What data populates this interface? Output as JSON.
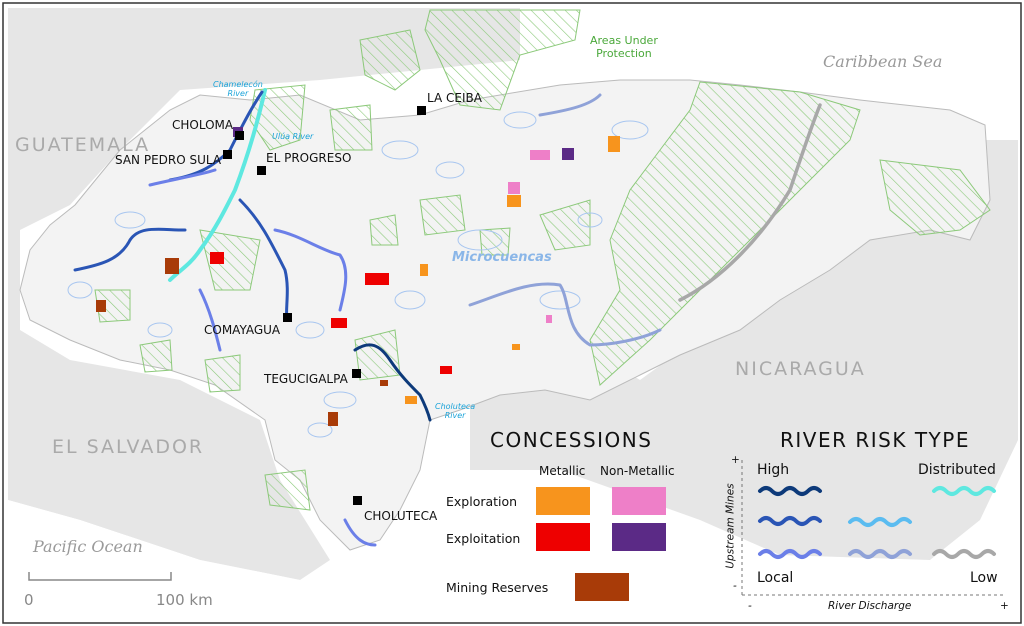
{
  "countries": {
    "guatemala": "GUATEMALA",
    "el_salvador": "EL SALVADOR",
    "nicaragua": "NICARAGUA"
  },
  "water_bodies": {
    "caribbean": "Caribbean Sea",
    "pacific": "Pacific Ocean"
  },
  "cities": {
    "la_ceiba": "LA CEIBA",
    "choloma": "CHOLOMA",
    "san_pedro_sula": "SAN PEDRO SULA",
    "el_progreso": "EL PROGRESO",
    "comayagua": "COMAYAGUA",
    "tegucigalpa": "TEGUCIGALPA",
    "choluteca": "CHOLUTECA"
  },
  "rivers": {
    "chamelecon_1": "Chamelecón",
    "chamelecon_2": "River",
    "ulua": "Ulúa River",
    "choluteca_1": "Choluteca",
    "choluteca_2": "River"
  },
  "annotations": {
    "protection_1": "Areas Under",
    "protection_2": "Protection",
    "microcuencas": "Microcuencas"
  },
  "concessions_legend": {
    "title": "CONCESSIONS",
    "col_metallic": "Metallic",
    "col_nonmetallic": "Non-Metallic",
    "row_exploration": "Exploration",
    "row_exploitation": "Exploitation",
    "reserves": "Mining Reserves",
    "colors": {
      "exploration_metallic": "#f7941d",
      "exploration_nonmetallic": "#ee7fc8",
      "exploitation_metallic": "#ee0000",
      "exploitation_nonmetallic": "#5b2a86",
      "reserves": "#a83b08"
    }
  },
  "risk_legend": {
    "title": "RIVER RISK TYPE",
    "high": "High",
    "distributed": "Distributed",
    "local": "Local",
    "low": "Low",
    "y_axis": "Upstream Mines",
    "y_plus": "+",
    "y_minus": "-",
    "x_axis": "River Discharge",
    "x_minus": "-",
    "x_plus": "+",
    "colors": {
      "high": "#0d3a7a",
      "mid_left": "#2a55b5",
      "local": "#6b7fe8",
      "mid_center": "#5bbcf0",
      "distributed": "#5ee8e0",
      "low_center": "#8fa2d8",
      "low": "#a8a8a8"
    }
  },
  "scale_bar": {
    "left": "0",
    "right": "100 km"
  }
}
